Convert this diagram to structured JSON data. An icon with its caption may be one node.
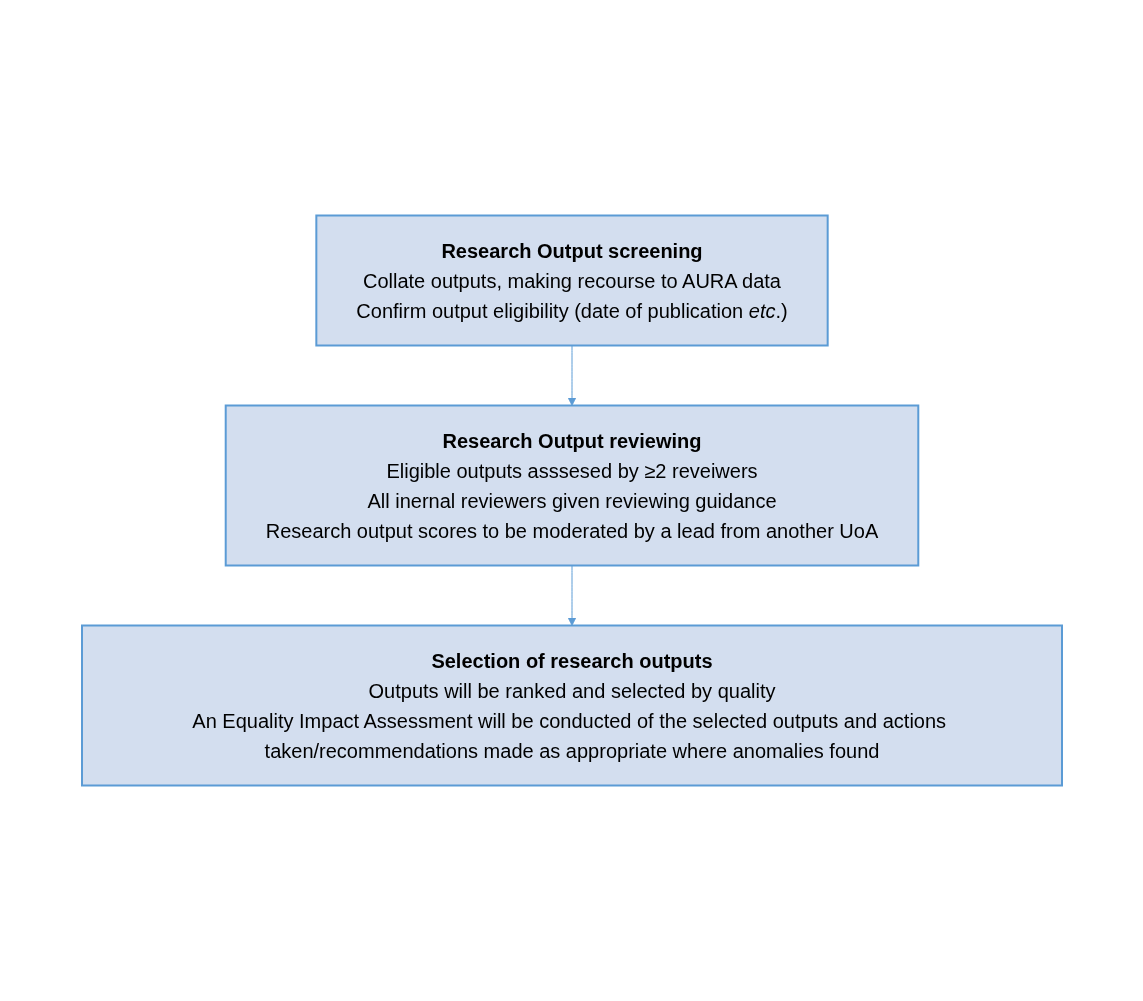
{
  "diagram": {
    "nodes": [
      {
        "text": [
          "Research Output screening",
          "Collate outputs, making recourse to AURA data",
          "Confirm output eligibility (date of publication *etc*.)"
        ]
      },
      {
        "text": [
          "Research Output reviewing",
          "Eligible outputs asssesed by ≥2 reveiwers",
          "All inernal reviewers given reviewing guidance",
          "Research output scores to be moderated by a lead from another UoA"
        ]
      },
      {
        "text": [
          "Selection of research outputs",
          "Outputs will be ranked and selected by quality",
          "An Equality Impact Assessment will be conducted of the selected outputs and actions taken/recommendations made as appropriate where anomalies found"
        ]
      }
    ],
    "edges": [
      {
        "from": 0,
        "to": 1,
        "arrow": "to"
      },
      {
        "from": 1,
        "to": 2,
        "arrow": "to"
      }
    ]
  }
}
